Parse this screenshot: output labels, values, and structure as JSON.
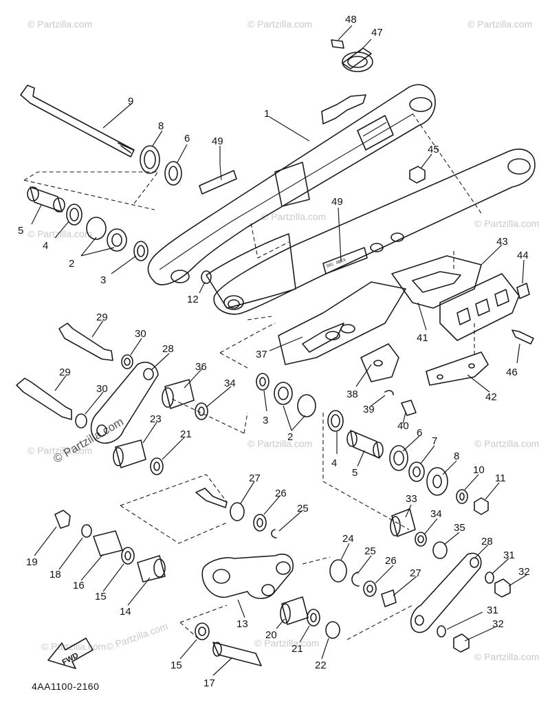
{
  "diagram": {
    "code": "4AA1100-2160",
    "watermark": "© Partzilla.com",
    "direction_label": "FWD",
    "label_text": "DEC ABEX",
    "callouts": {
      "c1": "1",
      "c2a": "2",
      "c2b": "2",
      "c3a": "3",
      "c3b": "3",
      "c4a": "4",
      "c4b": "4",
      "c5a": "5",
      "c5b": "5",
      "c6a": "6",
      "c6b": "6",
      "c7": "7",
      "c8a": "8",
      "c8b": "8",
      "c9": "9",
      "c10": "10",
      "c11": "11",
      "c12": "12",
      "c13": "13",
      "c14": "14",
      "c15a": "15",
      "c15b": "15",
      "c16": "16",
      "c17": "17",
      "c18": "18",
      "c19": "19",
      "c20": "20",
      "c21a": "21",
      "c21b": "21",
      "c22": "22",
      "c23": "23",
      "c24": "24",
      "c25a": "25",
      "c25b": "25",
      "c26a": "26",
      "c26b": "26",
      "c27a": "27",
      "c27b": "27",
      "c28a": "28",
      "c28b": "28",
      "c29a": "29",
      "c29b": "29",
      "c30a": "30",
      "c30b": "30",
      "c31a": "31",
      "c31b": "31",
      "c32a": "32",
      "c32b": "32",
      "c33": "33",
      "c34a": "34",
      "c34b": "34",
      "c35": "35",
      "c36": "36",
      "c37": "37",
      "c38": "38",
      "c39": "39",
      "c40": "40",
      "c41": "41",
      "c42": "42",
      "c43": "43",
      "c44": "44",
      "c45": "45",
      "c46": "46",
      "c47": "47",
      "c48": "48",
      "c49a": "49",
      "c49b": "49"
    }
  }
}
